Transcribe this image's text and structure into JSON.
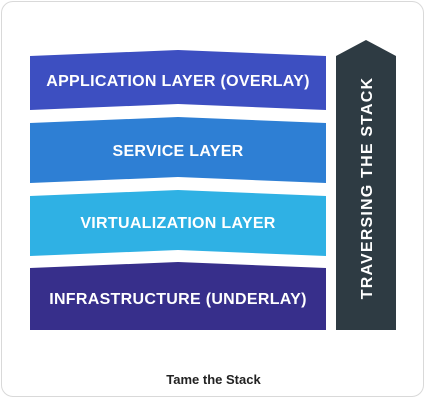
{
  "diagram": {
    "layers": [
      {
        "label": "APPLICATION LAYER (OVERLAY)",
        "color": "#3d4fc1"
      },
      {
        "label": "SERVICE LAYER",
        "color": "#2e7fd4"
      },
      {
        "label": "VIRTUALIZATION LAYER",
        "color": "#2fb1e4"
      },
      {
        "label": "INFRASTRUCTURE (UNDERLAY)",
        "color": "#372f8b"
      }
    ],
    "arrow": {
      "label": "TRAVERSING THE STACK",
      "color": "#2e3b43"
    },
    "caption": "Tame the Stack"
  }
}
